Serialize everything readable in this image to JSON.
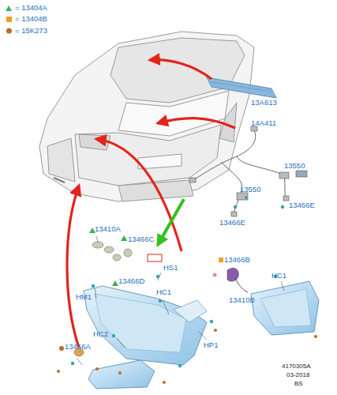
{
  "diagram": {
    "labels": [
      "13A613",
      "14A411",
      "13550",
      "13550",
      "13466E",
      "13466E",
      "13410A",
      "13466C",
      "HS1",
      "13466D",
      "HM1",
      "HC1",
      "13466B",
      "13410B",
      "HC1",
      "HC2",
      "HP1",
      "13466A",
      "4170305A",
      "03-2018",
      "BS"
    ],
    "legend": [
      {
        "text": "= 13404A"
      },
      {
        "text": "= 13404B"
      },
      {
        "text": "= 15K273"
      }
    ]
  }
}
